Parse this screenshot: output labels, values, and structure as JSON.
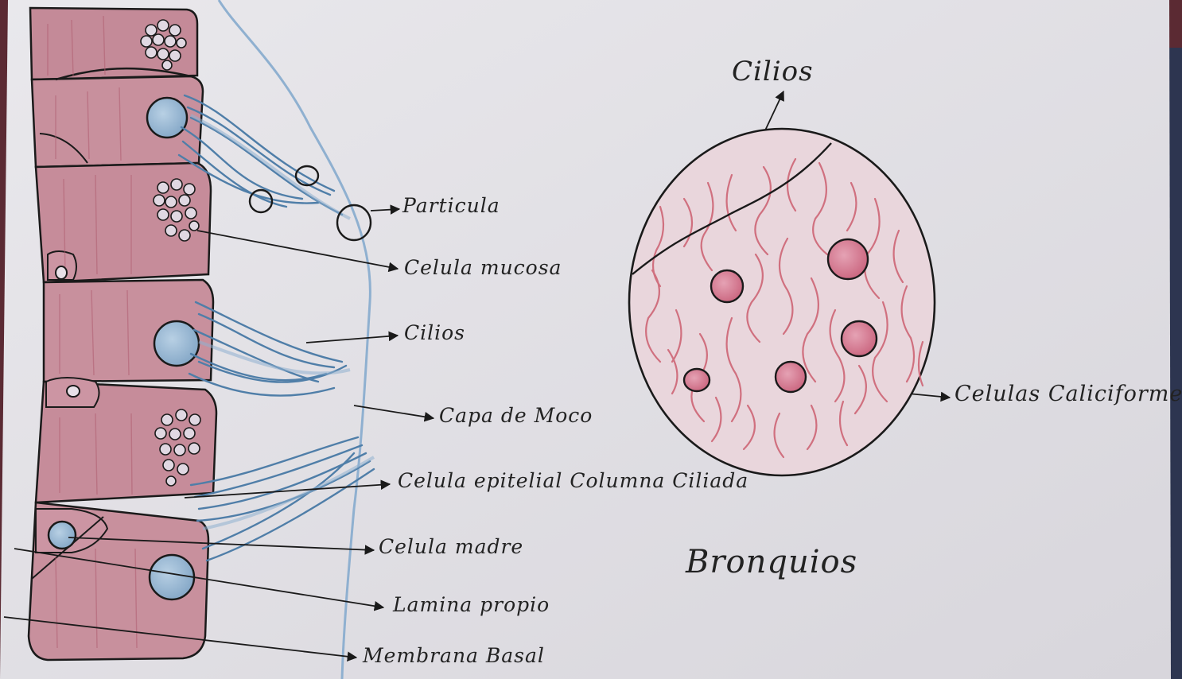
{
  "diagram": {
    "left_labels": {
      "particula": "Particula",
      "celula_mucosa": "Celula mucosa",
      "cilios": "Cilios",
      "capa_moco": "Capa de Moco",
      "celula_epitelial": "Celula epitelial Columna Ciliada",
      "celula_madre": "Celula madre",
      "lamina_propia": "Lamina propio",
      "membrana_basal": "Membrana Basal"
    },
    "right_labels": {
      "cilios_top": "Cilios",
      "celulas_caliciformes": "Celulas Caliciformes"
    },
    "caption": "Bronquios",
    "colors": {
      "paper": "#e6e4e8",
      "cell_fill": "#c9919f",
      "cell_dark": "#b06f80",
      "nucleus_blue": "#8fb3d0",
      "cilia_blue": "#4f7ea8",
      "pink_fiber": "#d0707f",
      "ink": "#1a1a1a"
    }
  }
}
